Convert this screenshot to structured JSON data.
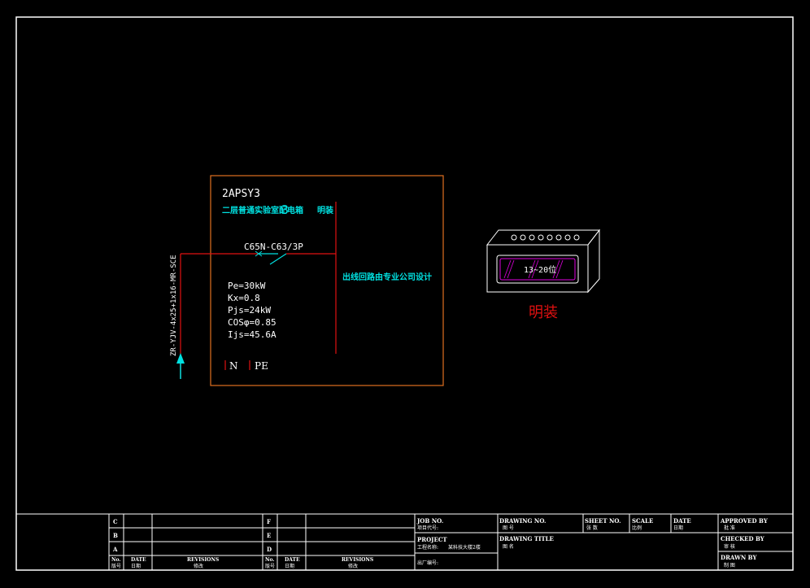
{
  "colors": {
    "background": "#000000",
    "frame": "#ffffff",
    "box": "#e07020",
    "red": "#e01010",
    "cyan": "#00e0e0",
    "magenta": "#e000e0"
  },
  "diagram": {
    "panel_id": "2APSY3",
    "panel_name": "二层普通实验室配电箱",
    "panel_num": "3",
    "mount_label": "明装",
    "breaker": "C65N-C63/3P",
    "outgoing_note": "出线回路由专业公司设计",
    "cable": "ZR-YJV-4x25+1x16-MR-SCE",
    "params": [
      "Pe=30kW",
      "Kx=0.8",
      "Pjs=24kW",
      "COSφ=0.85",
      "Ijs=45.6A"
    ],
    "n_label": "N",
    "pe_label": "PE"
  },
  "enclosure": {
    "slot_label": "13~20位",
    "mount_label": "明装"
  },
  "title_block": {
    "revision_rows": [
      {
        "left_mark": "C",
        "right_mark": "F"
      },
      {
        "left_mark": "B",
        "right_mark": "E"
      },
      {
        "left_mark": "A",
        "right_mark": "D"
      }
    ],
    "no_en": "No.",
    "no_cn": "版号",
    "date_en": "DATE",
    "date_cn": "日期",
    "rev_en": "REVISIONS",
    "rev_cn": "修改",
    "job_en": "JOB NO.",
    "job_cn": "项目代号:",
    "project_en": "PROJECT",
    "project_cn": "工程名称:",
    "project_value": "某科技大楼2楼",
    "factory_cn": "出厂编号:",
    "dwgno_en": "DRAWING NO.",
    "dwgno_cn": "图 号",
    "sheet_en": "SHEET NO.",
    "sheet_cn": "张 数",
    "scale_en": "SCALE",
    "scale_cn": "比例",
    "date2_en": "DATE",
    "date2_cn": "日期",
    "title_en": "DRAWING TITLE",
    "title_cn": "图 名",
    "approved_en": "APPROVED BY",
    "approved_cn": "批 准",
    "checked_en": "CHECKED BY",
    "checked_cn": "审 核",
    "drawn_en": "DRAWN BY",
    "drawn_cn": "制 图"
  }
}
